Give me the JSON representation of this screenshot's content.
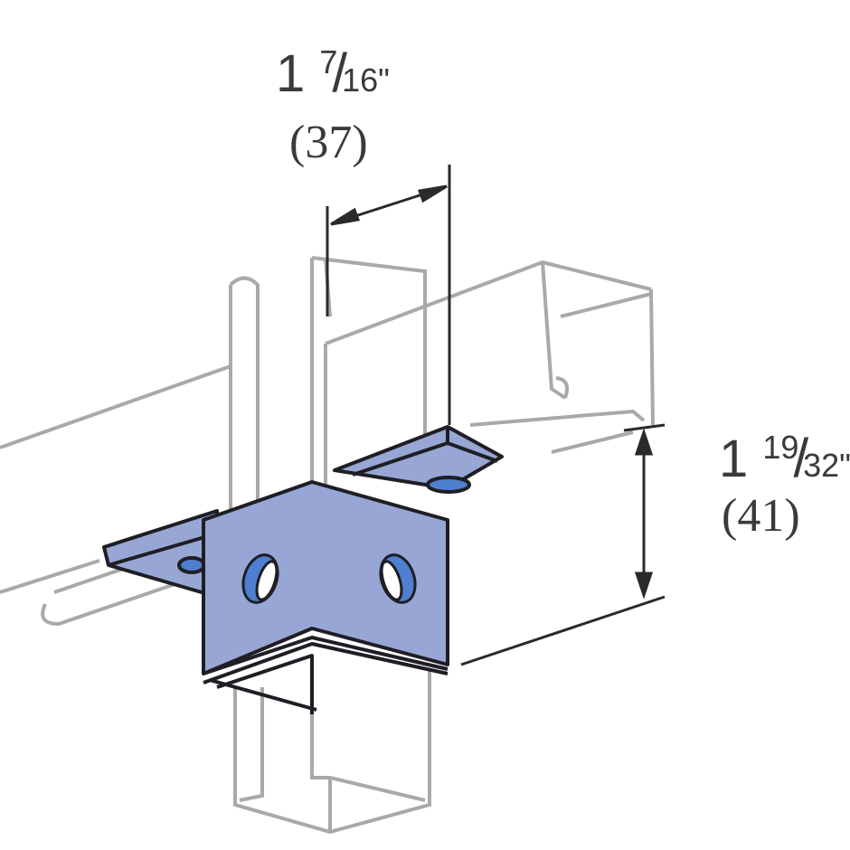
{
  "diagram": {
    "subject": "Four-hole wing bracket fitting on strut channel",
    "colors": {
      "fitting_fill": "#97a6d4",
      "fitting_edge": "#1e1e24",
      "hole_fill": "#4f7fcf",
      "channel_line": "#a9a9a9",
      "dimension_line": "#2a2a2a",
      "background": "#ffffff"
    },
    "dimensions": {
      "width": {
        "whole": "1",
        "numerator": "7",
        "denominator": "16",
        "unit": "\"",
        "metric": "(37)"
      },
      "height": {
        "whole": "1",
        "numerator": "19",
        "denominator": "32",
        "unit": "\"",
        "metric": "(41)"
      }
    }
  }
}
